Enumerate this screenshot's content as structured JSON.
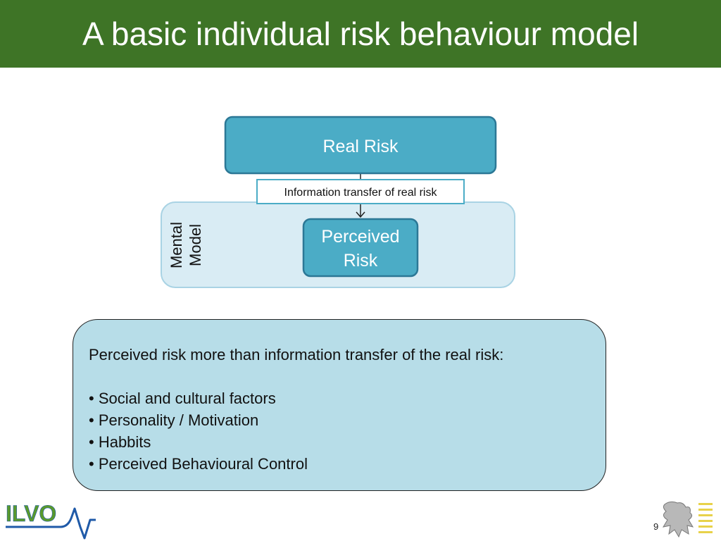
{
  "slide": {
    "title": "A basic individual risk behaviour model",
    "page_number": "9"
  },
  "diagram": {
    "real_risk_label": "Real Risk",
    "info_transfer_label": "Information transfer of real risk",
    "mental_model_label_line1": "Mental",
    "mental_model_label_line2": "Model",
    "perceived_risk_line1": "Perceived",
    "perceived_risk_line2": "Risk"
  },
  "text_box": {
    "intro": "Perceived risk more than information transfer of the real risk:",
    "bullets": [
      "• Social and cultural factors",
      "• Personality / Motivation",
      "• Habbits",
      "• Perceived Behavioural Control"
    ]
  },
  "logos": {
    "ilvo_text": "ILVO",
    "brand_green": "#3e7426",
    "box_blue": "#4bacc6",
    "container_blue": "#d9ecf4",
    "text_box_blue": "#b7dde8",
    "lion_yellow": "#e8d24a"
  }
}
